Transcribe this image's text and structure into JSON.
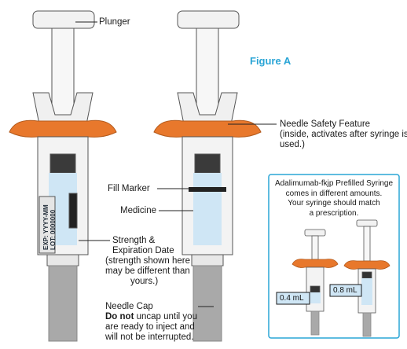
{
  "figure_label": "Figure A",
  "labels": {
    "plunger": "Plunger",
    "needle_safety_1": "Needle Safety Feature",
    "needle_safety_2": "(inside, activates after syringe is",
    "needle_safety_3": "used.)",
    "fill_marker": "Fill Marker",
    "medicine": "Medicine",
    "strength_1": "Strength &",
    "strength_2": "Expiration Date",
    "strength_3": "(strength shown here",
    "strength_4": "may be different than",
    "strength_5": "yours.)",
    "needle_cap": "Needle Cap",
    "do_not": "Do not",
    "needle_cap_2": " uncap until you",
    "needle_cap_3": "are ready to inject and",
    "needle_cap_4": "will not be interrupted."
  },
  "syringe_label": {
    "exp": "EXP: YYYY-MM",
    "lot": "LOT: 0000000"
  },
  "inset": {
    "line1": "Adalimumab-fkjp Prefilled Syringe",
    "line2": "comes in different amounts.",
    "line3": "Your syringe should match",
    "line4": "a prescription.",
    "small_volume": "0.4 mL",
    "large_volume": "0.8 mL"
  },
  "colors": {
    "flange": "#e8782c",
    "medicine": "#cfe6f5",
    "accent": "#2aa5d6",
    "cap": "#a9a9a9"
  }
}
